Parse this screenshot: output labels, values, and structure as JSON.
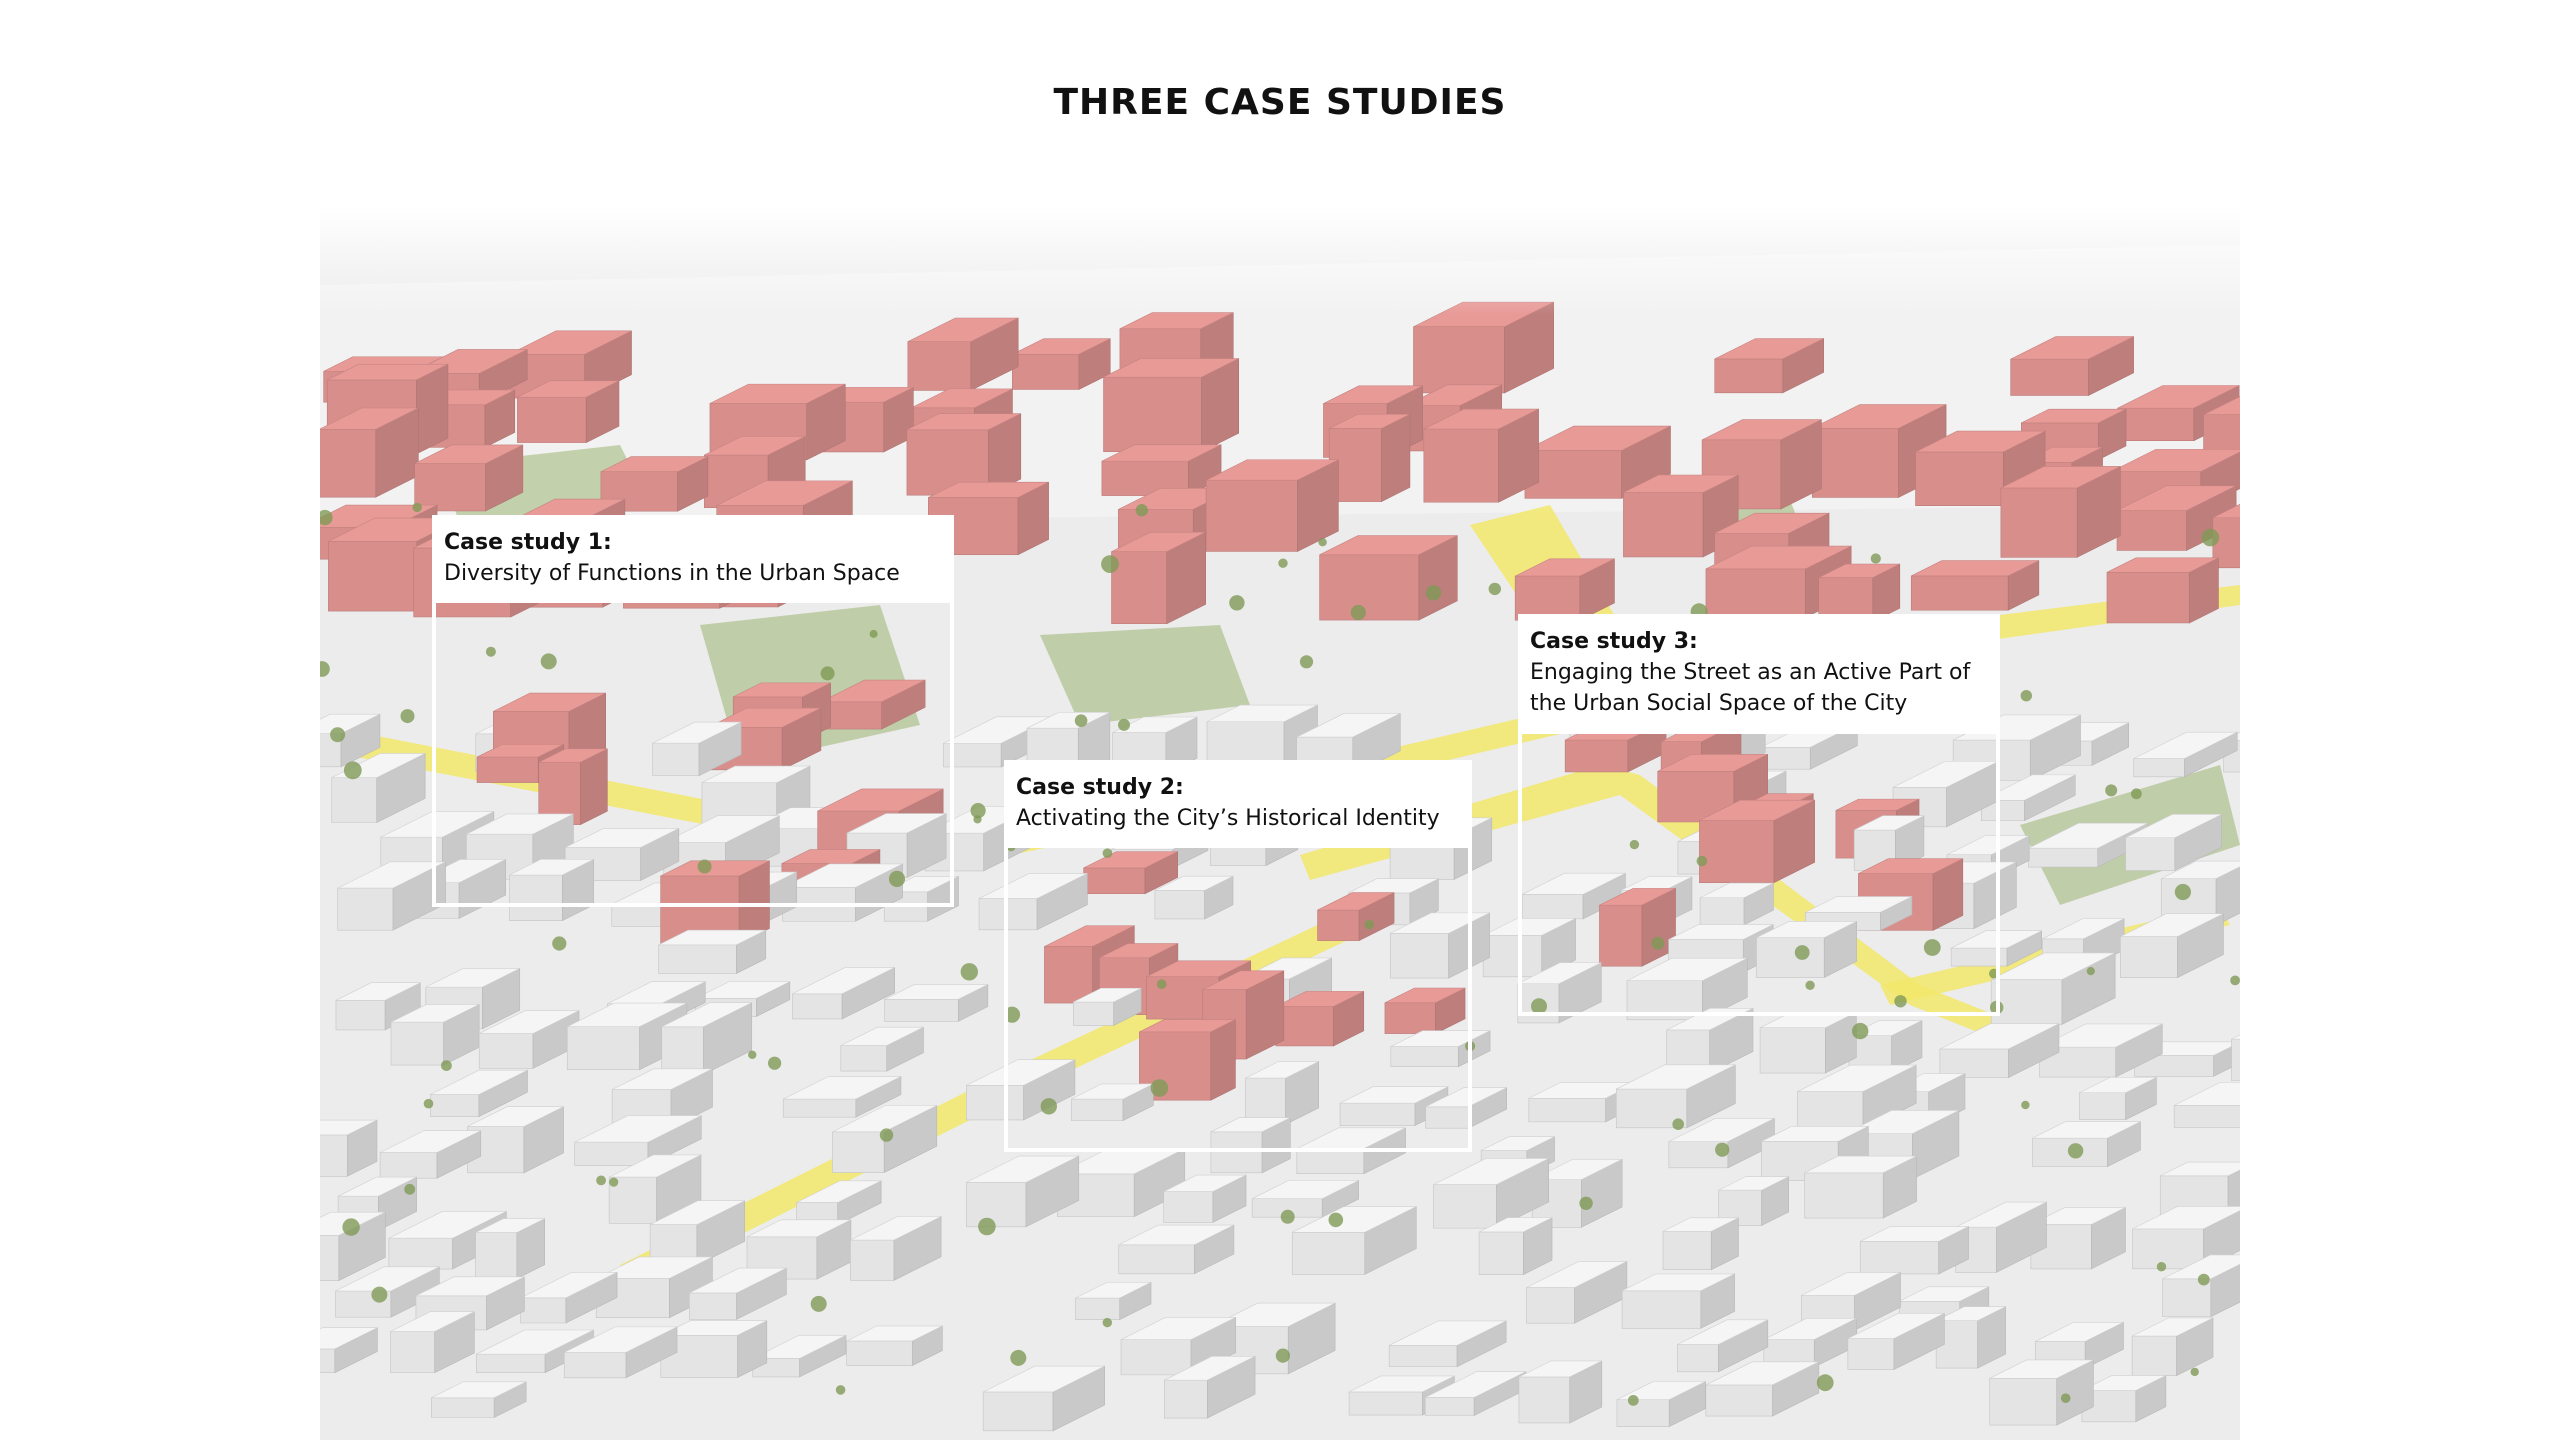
{
  "title": "THREE CASE STUDIES",
  "colors": {
    "planned_building": "#e89a97",
    "existing_building": "#f5f5f5",
    "active_street": "#f2e76b",
    "green_space": "#9db572",
    "tree": "#7f9a56",
    "ground": "#ececec",
    "frame": "#ffffff"
  },
  "case_studies": [
    {
      "heading": "Case study 1:",
      "lines": [
        "Diversity of Functions in the Urban Space"
      ]
    },
    {
      "heading": "Case study 2:",
      "lines": [
        "Activating the City’s Historical Identity"
      ]
    },
    {
      "heading": "Case study 3:",
      "lines": [
        "Engaging the Street as an Active Part of",
        "the Urban Social Space of the City"
      ]
    }
  ]
}
